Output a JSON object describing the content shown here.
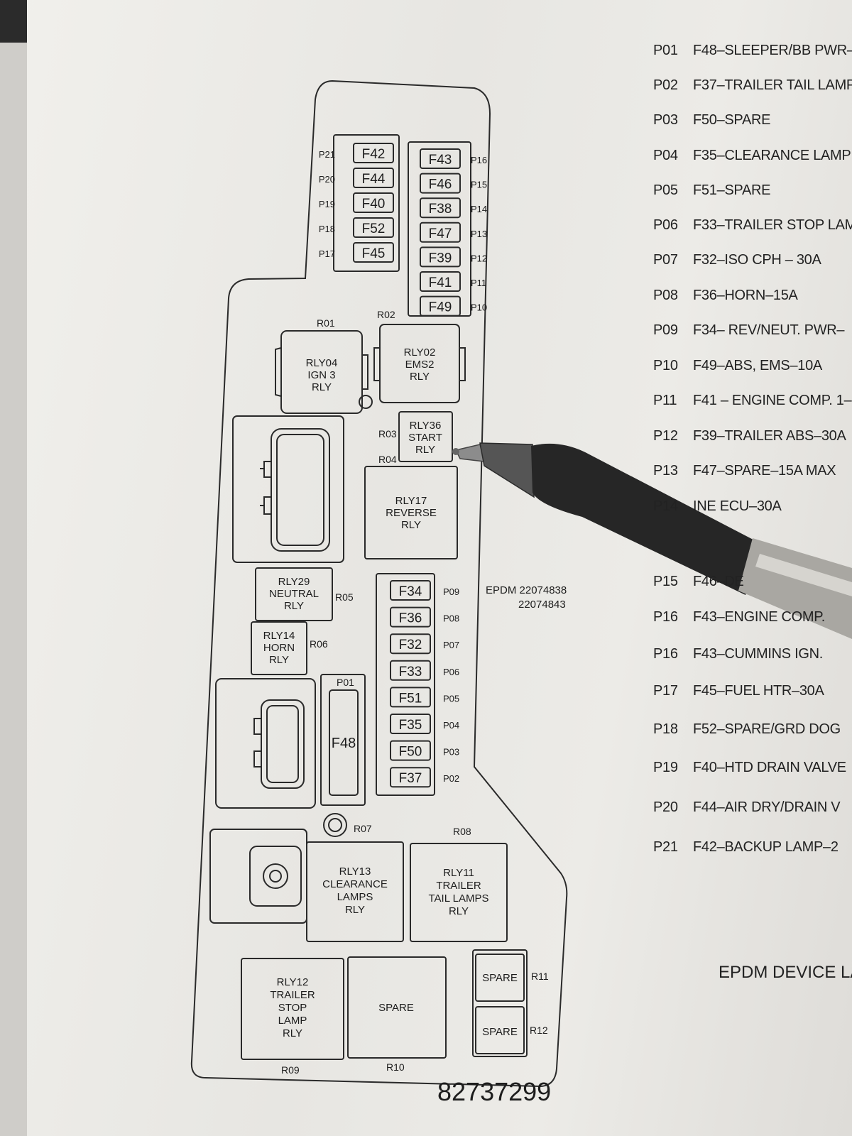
{
  "doc": {
    "part_number": "82737299",
    "epdm_label": "EPDM 22074838",
    "epdm_label_2": "22074843",
    "caption": "EPDM DEVICE LA"
  },
  "relays": {
    "r01": "R01",
    "r02": "R02",
    "r03": "R03",
    "r04": "R04",
    "r05": "R05",
    "r06": "R06",
    "r07": "R07",
    "r08": "R08",
    "r09": "R09",
    "r10": "R10",
    "r11": "R11",
    "r12": "R12",
    "rly04": [
      "RLY04",
      "IGN 3",
      "RLY"
    ],
    "rly02": [
      "RLY02",
      "EMS2",
      "RLY"
    ],
    "rly36": [
      "RLY36",
      "START",
      "RLY"
    ],
    "rly17": [
      "RLY17",
      "REVERSE",
      "RLY"
    ],
    "rly29": [
      "RLY29",
      "NEUTRAL",
      "RLY"
    ],
    "rly14": [
      "RLY14",
      "HORN",
      "RLY"
    ],
    "rly13": [
      "RLY13",
      "CLEARANCE",
      "LAMPS",
      "RLY"
    ],
    "rly11": [
      "RLY11",
      "TRAILER",
      "TAIL LAMPS",
      "RLY"
    ],
    "rly12": [
      "RLY12",
      "TRAILER",
      "STOP",
      "LAMP",
      "RLY"
    ],
    "spare": "SPARE"
  },
  "fuses": {
    "f48": "F48",
    "p01": "P01",
    "left_top": [
      {
        "fuse": "F42",
        "pos": "P21"
      },
      {
        "fuse": "F44",
        "pos": "P20"
      },
      {
        "fuse": "F40",
        "pos": "P19"
      },
      {
        "fuse": "F52",
        "pos": "P18"
      },
      {
        "fuse": "F45",
        "pos": "P17"
      }
    ],
    "right_top": [
      {
        "fuse": "F43",
        "pos": "P16"
      },
      {
        "fuse": "F46",
        "pos": "P15"
      },
      {
        "fuse": "F38",
        "pos": "P14"
      },
      {
        "fuse": "F47",
        "pos": "P13"
      },
      {
        "fuse": "F39",
        "pos": "P12"
      },
      {
        "fuse": "F41",
        "pos": "P11"
      },
      {
        "fuse": "F49",
        "pos": "P10"
      }
    ],
    "middle": [
      {
        "fuse": "F34",
        "pos": "P09"
      },
      {
        "fuse": "F36",
        "pos": "P08"
      },
      {
        "fuse": "F32",
        "pos": "P07"
      },
      {
        "fuse": "F33",
        "pos": "P06"
      },
      {
        "fuse": "F51",
        "pos": "P05"
      },
      {
        "fuse": "F35",
        "pos": "P04"
      },
      {
        "fuse": "F50",
        "pos": "P03"
      },
      {
        "fuse": "F37",
        "pos": "P02"
      }
    ]
  },
  "legend": [
    {
      "code": "P01",
      "desc": "F48–SLEEPER/BB PWR–"
    },
    {
      "code": "P02",
      "desc": "F37–TRAILER TAIL LAMP"
    },
    {
      "code": "P03",
      "desc": "F50–SPARE"
    },
    {
      "code": "P04",
      "desc": "F35–CLEARANCE LAMP"
    },
    {
      "code": "P05",
      "desc": "F51–SPARE"
    },
    {
      "code": "P06",
      "desc": "F33–TRAILER STOP LAM"
    },
    {
      "code": "P07",
      "desc": "F32–ISO CPH – 30A"
    },
    {
      "code": "P08",
      "desc": "F36–HORN–15A"
    },
    {
      "code": "P09",
      "desc": "F34– REV/NEUT. PWR–"
    },
    {
      "code": "P10",
      "desc": "F49–ABS, EMS–10A"
    },
    {
      "code": "P11",
      "desc": "F41 – ENGINE COMP. 1–"
    },
    {
      "code": "P12",
      "desc": "F39–TRAILER ABS–30A"
    },
    {
      "code": "P13",
      "desc": "F47–SPARE–15A MAX"
    },
    {
      "code": "P14",
      "desc": "INE ECU–30A"
    },
    {
      "code": "P15",
      "desc": "F46–DE"
    },
    {
      "code": "P16",
      "desc": "F43–ENGINE COMP."
    },
    {
      "code": "P16",
      "desc": "F43–CUMMINS IGN."
    },
    {
      "code": "P17",
      "desc": "F45–FUEL HTR–30A"
    },
    {
      "code": "P18",
      "desc": "F52–SPARE/GRD DOG"
    },
    {
      "code": "P19",
      "desc": "F40–HTD DRAIN VALVE"
    },
    {
      "code": "P20",
      "desc": "F44–AIR DRY/DRAIN V"
    },
    {
      "code": "P21",
      "desc": "F42–BACKUP LAMP–2"
    }
  ]
}
